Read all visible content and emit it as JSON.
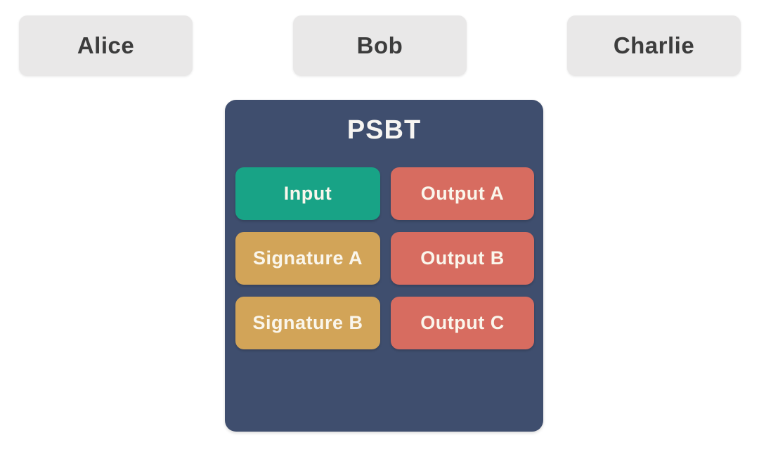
{
  "participants": [
    {
      "label": "Alice"
    },
    {
      "label": "Bob"
    },
    {
      "label": "Charlie"
    }
  ],
  "psbt": {
    "title": "PSBT",
    "cells": [
      {
        "label": "Input",
        "type": "input"
      },
      {
        "label": "Output A",
        "type": "output"
      },
      {
        "label": "Signature A",
        "type": "signature"
      },
      {
        "label": "Output B",
        "type": "output"
      },
      {
        "label": "Signature B",
        "type": "signature"
      },
      {
        "label": "Output C",
        "type": "output"
      }
    ]
  },
  "colors": {
    "background": "#ffffff",
    "participant_box": "#e9e8e8",
    "participant_text": "#3c3c3c",
    "psbt_container": "#3f4e6e",
    "input_cell": "#18a386",
    "signature_cell": "#d2a458",
    "output_cell": "#d76c60",
    "cell_text": "#faf6ec"
  }
}
